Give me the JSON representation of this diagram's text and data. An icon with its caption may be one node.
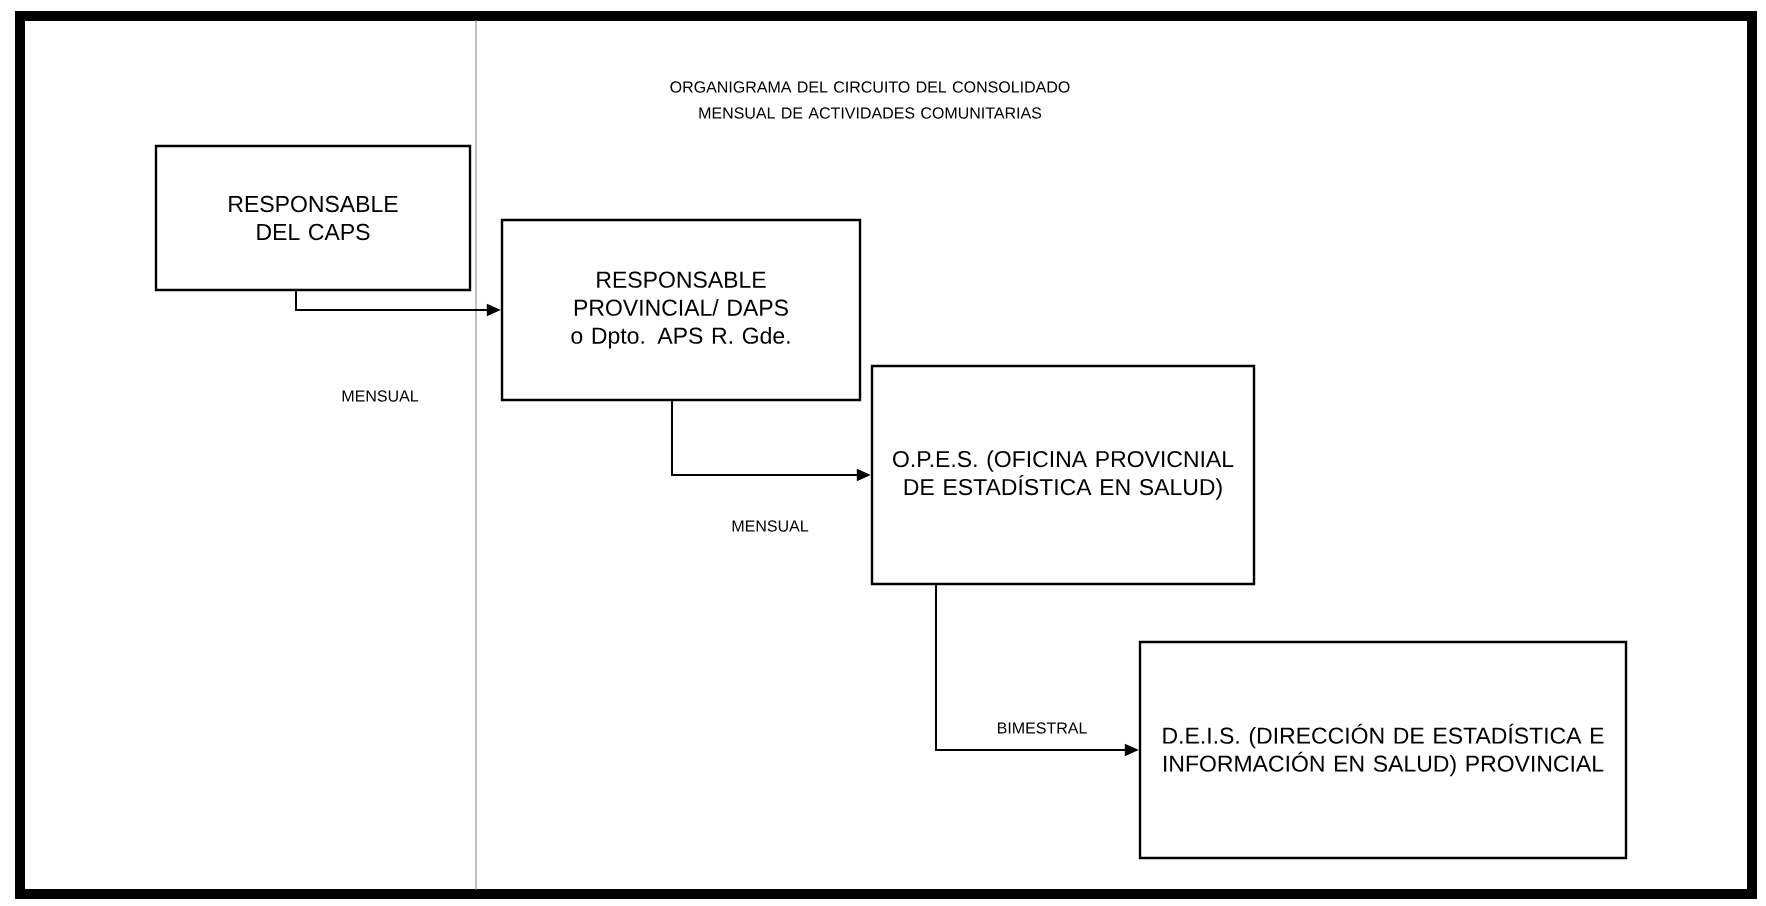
{
  "diagram": {
    "title": "ORGANIGRAMA DEL CIRCUITO DEL CONSOLIDADO MENSUAL DE ACTIVIDADES COMUNITARIAS",
    "nodes": [
      {
        "text": [
          "RESPONSABLE DEL CAPS"
        ]
      },
      {
        "text": [
          "RESPONSABLE PROVINCIAL/ DAPS o Dpto. APS R. Gde."
        ]
      },
      {
        "text": [
          "O.P.E.S. (OFICINA PROVICNIAL DE ESTADÍSTICA EN SALUD)"
        ]
      },
      {
        "text": [
          "D.E.I.S. (DIRECCIÓN DE ESTADÍSTICA E INFORMACIÓN EN SALUD) PROVINCIAL"
        ]
      }
    ],
    "edges": [
      {
        "from": 0,
        "to": 1,
        "arrow": "to",
        "label": "MENSUAL"
      },
      {
        "from": 1,
        "to": 2,
        "arrow": "to",
        "label": "MENSUAL"
      },
      {
        "from": 2,
        "to": 3,
        "arrow": "to",
        "label": "BIMESTRAL"
      }
    ]
  }
}
